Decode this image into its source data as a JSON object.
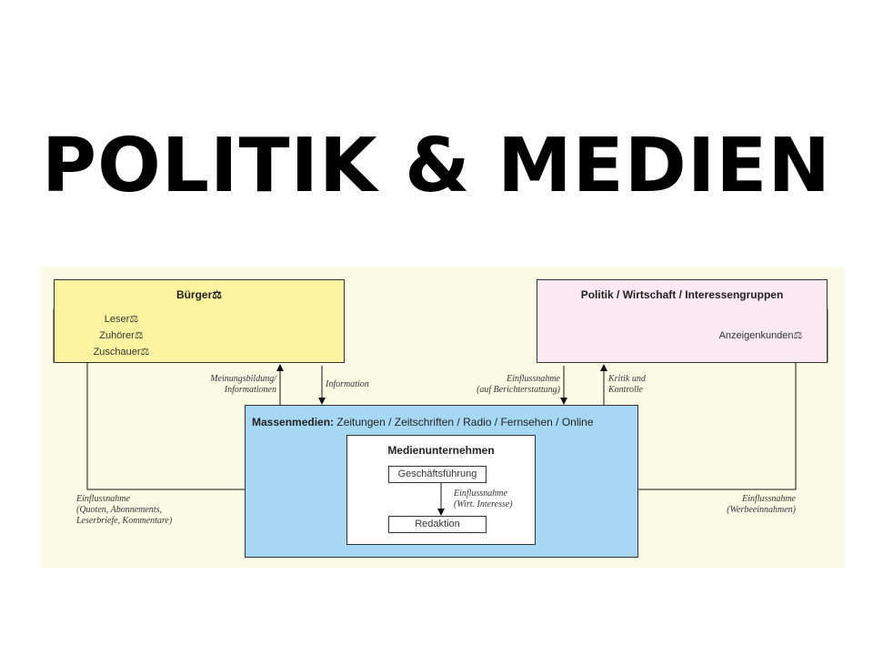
{
  "title": "POLITIK & MEDIEN",
  "colors": {
    "burger_fill": "#fcf4a0",
    "politik_fill": "#fde9f1",
    "medien_fill": "#a6d8f4",
    "background": "#fbfbe6"
  },
  "diagram": {
    "burger": {
      "title": "Bürger⚖",
      "sub_items": [
        "Leser⚖",
        "Zuhörer⚖",
        "Zuschauer⚖"
      ]
    },
    "politik": {
      "title": "Politik  /  Wirtschaft  /  Interessengruppen",
      "sub_item": "Anzeigenkunden⚖"
    },
    "massenmedien": {
      "label_bold": "Massenmedien:",
      "label_rest": " Zeitungen  /  Zeitschriften  /  Radio  /  Fernsehen  /  Online"
    },
    "medienunternehmen": {
      "title": "Medienunternehmen",
      "geschaeft": "Geschäftsführung",
      "redaktion": "Redaktion"
    },
    "labels": {
      "meinungsbildung": "Meinungsbildung/\nInformationen",
      "information": "Information",
      "einfluss_bericht": "Einflussnahme\n(auf Berichterstattung)",
      "kritik": "Kritik und\nKontrolle",
      "einfluss_quoten": "Einflussnahme\n(Quoten, Abonnements,\nLeserbriefe, Kommentare)",
      "einfluss_werbe": "Einflussnahme\n(Werbeeinnahmen)",
      "einfluss_wirt": "Einflussnahme\n(Wirt. Interesse)"
    }
  }
}
